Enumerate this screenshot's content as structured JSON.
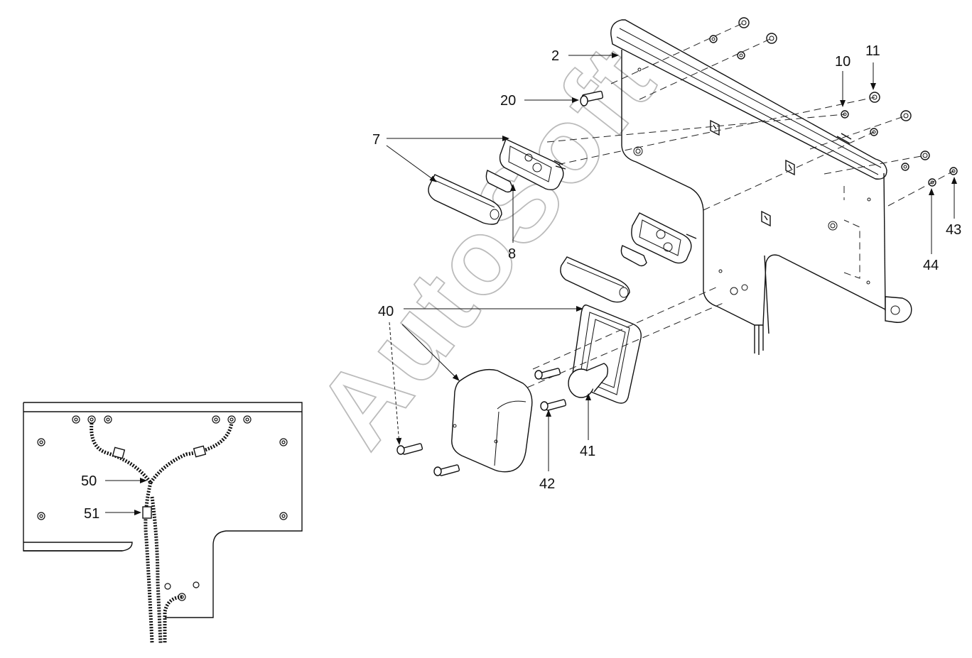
{
  "watermark": "AutoSoft",
  "callouts": {
    "c2": "2",
    "c7": "7",
    "c8": "8",
    "c10": "10",
    "c11": "11",
    "c20": "20",
    "c40": "40",
    "c41": "41",
    "c42": "42",
    "c43": "43",
    "c44": "44",
    "c50": "50",
    "c51": "51"
  }
}
